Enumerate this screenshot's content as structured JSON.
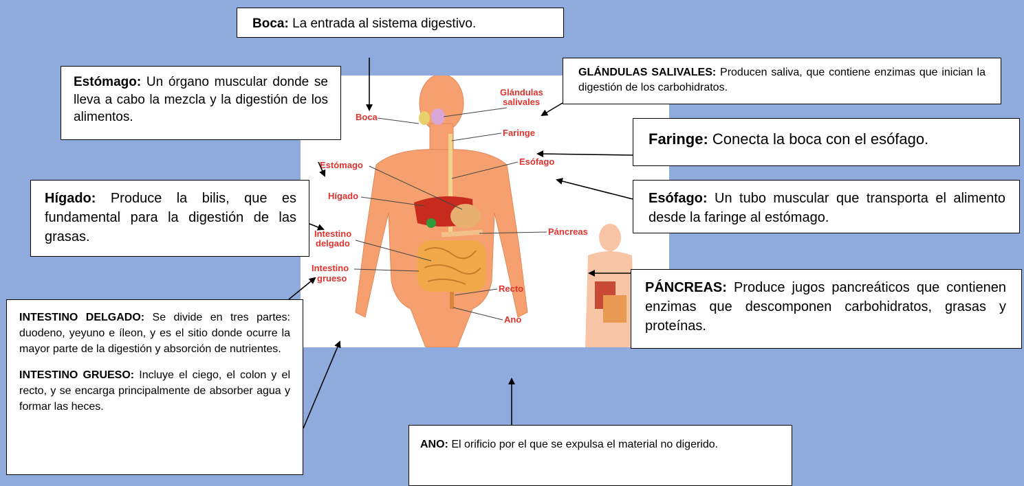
{
  "colors": {
    "background": "#8faadc",
    "panel": "#ffffff",
    "label_red": "#e0322d",
    "skin": "#f6a06f",
    "liver": "#c62b1e",
    "intestine": "#f0a848"
  },
  "callouts": {
    "boca": {
      "term": "Boca:",
      "text": " La entrada al sistema digestivo."
    },
    "estomago": {
      "term": "Estómago:",
      "text": " Un órgano muscular donde se lleva a cabo la mezcla y la digestión de los alimentos."
    },
    "glandulas": {
      "term": "GLÁNDULAS SALIVALES:",
      "text": " Producen saliva, que contiene enzimas que inician la digestión de los carbohidratos."
    },
    "faringe": {
      "term": "Faringe:",
      "text": " Conecta la boca con el esófago."
    },
    "esofago": {
      "term": "Esófago:",
      "text": " Un tubo muscular que transporta el alimento desde la faringe al estómago."
    },
    "higado": {
      "term": "Hígado:",
      "text": " Produce la bilis, que es fundamental para la digestión de las grasas."
    },
    "pancreas": {
      "term": "PÁNCREAS:",
      "text": " Produce jugos pancreáticos que contienen enzimas que descomponen carbohidratos, grasas y proteínas."
    },
    "intestino_delgado": {
      "term": "INTESTINO DELGADO:",
      "text": " Se divide en tres partes: duodeno, yeyuno e íleon, y es el sitio donde ocurre la mayor parte de la digestión y absorción de nutrientes."
    },
    "intestino_grueso": {
      "term": "INTESTINO GRUESO:",
      "text": " Incluye el ciego, el colon y el recto, y se encarga principalmente de absorber agua y formar las heces."
    },
    "ano": {
      "term": "ANO:",
      "text": " El orificio por el que se expulsa el material no digerido."
    }
  },
  "figure_labels": {
    "boca": "Boca",
    "glandulas_1": "Glándulas",
    "glandulas_2": "salivales",
    "faringe": "Faringe",
    "esofago": "Esófago",
    "estomago": "Estómago",
    "higado": "Hígado",
    "pancreas": "Páncreas",
    "intestino_delgado_1": "Intestino",
    "intestino_delgado_2": "delgado",
    "intestino_grueso_1": "Intestino",
    "intestino_grueso_2": "grueso",
    "recto": "Recto",
    "ano": "Ano"
  }
}
